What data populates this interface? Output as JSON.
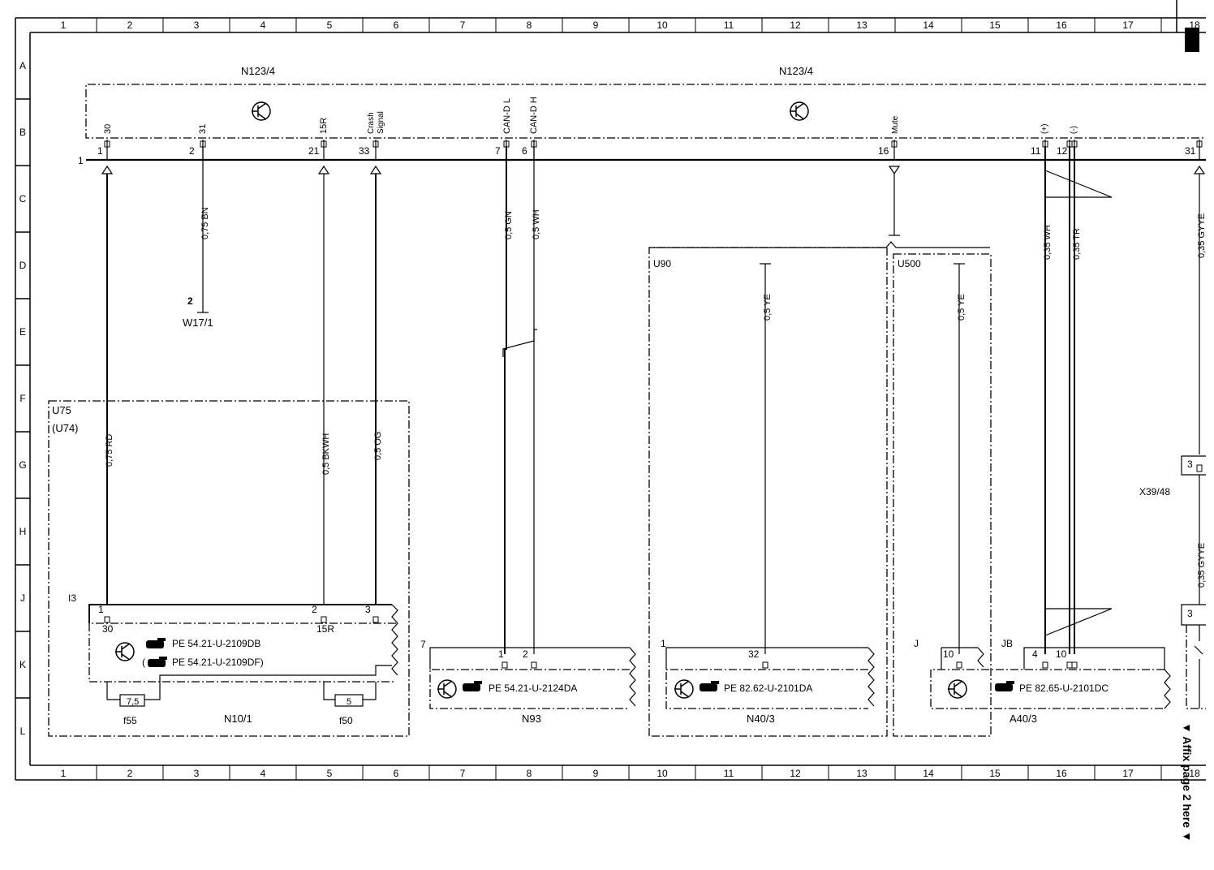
{
  "grid": {
    "columns": [
      "1",
      "2",
      "3",
      "4",
      "5",
      "6",
      "7",
      "8",
      "9",
      "10",
      "11",
      "12",
      "13",
      "14",
      "15",
      "16",
      "17",
      "18"
    ],
    "rows": [
      "A",
      "B",
      "C",
      "D",
      "E",
      "F",
      "G",
      "H",
      "J",
      "K",
      "L"
    ]
  },
  "components": {
    "n123_left": "N123/4",
    "n123_right": "N123/4",
    "bus_label": "1",
    "w17": {
      "pin": "2",
      "label": "W17/1"
    },
    "u75": {
      "label": "U75",
      "sub": "(U74)"
    },
    "i3": "I3",
    "n10": "N10/1",
    "f55": "f55",
    "f50": "f50",
    "n93": "N93",
    "n40": "N40/3",
    "a40": "A40/3",
    "x39": "X39/48",
    "u90": "U90",
    "u500": "U500",
    "jb": "JB",
    "j_conn": "J",
    "seven": "7",
    "one": "1"
  },
  "pins_top": {
    "p30": {
      "name": "30",
      "num": "1"
    },
    "p31": {
      "name": "31",
      "num": "2"
    },
    "p15r": {
      "name": "15R",
      "num": "21"
    },
    "crash1": "Crash",
    "crash2": "Signal",
    "crash_num": "33",
    "canl": {
      "name": "CAN-D L",
      "num": "7"
    },
    "canh": {
      "name": "CAN-D H",
      "num": "6"
    },
    "mute": {
      "name": "Mute",
      "num": "16"
    },
    "plus": {
      "name": "(+)",
      "num": "11"
    },
    "minus": {
      "name": "(-)",
      "num": "12"
    },
    "p31r": "31"
  },
  "wires": {
    "bn": "0,75 BN",
    "rd": "0,75 RD",
    "bkwh": "0,5 BKWH",
    "og": "0,5 OG",
    "gn": "0,5 GN",
    "wh": "0,5 WH",
    "ye1": "0,5 YE",
    "ye2": "0,5 YE",
    "wh35": "0,35 WH",
    "tr35": "0,35 TR",
    "gyye1": "0,35 GYYE",
    "gyye2": "0,35 GYYE"
  },
  "n10_pins": {
    "p1": "1",
    "p2": "2",
    "p3": "3",
    "l30": "30",
    "l15r": "15R"
  },
  "fuses": {
    "f55_val": "7,5",
    "f50_val": "5"
  },
  "refs": {
    "n10_a": "PE 54.21-U-2109DB",
    "n10_b": "(",
    "n10_c": "PE 54.21-U-2109DF)",
    "n93": "PE 54.21-U-2124DA",
    "n40": "PE 82.62-U-2101DA",
    "a40": "PE 82.65-U-2101DC"
  },
  "n93_pins": {
    "p1": "1",
    "p2": "2"
  },
  "n40_pin": "32",
  "u500_pin": "10",
  "a40_pins": {
    "p4": "4",
    "p10": "10"
  },
  "x39_pins": {
    "top": "3",
    "bottom": "3"
  },
  "side_note": "▼ Affix page 2 here ▼"
}
